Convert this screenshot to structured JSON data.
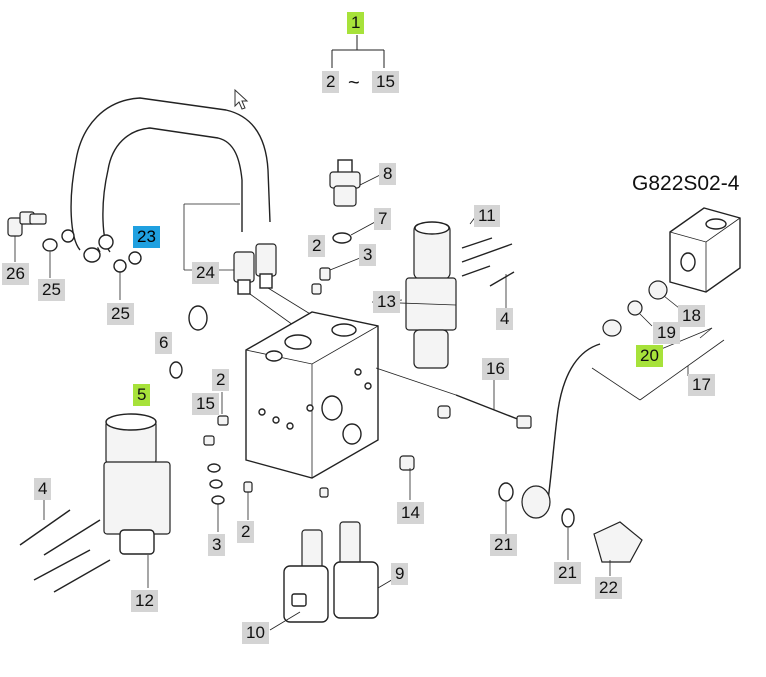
{
  "diagram": {
    "drawing_code": "G822S02-4",
    "range_tilde": "~",
    "callouts": {
      "c1": "1",
      "c2a": "2",
      "c15a": "15",
      "c8": "8",
      "c7": "7",
      "c2b": "2",
      "c3a": "3",
      "c11": "11",
      "c23": "23",
      "c24": "24",
      "c26": "26",
      "c25a": "25",
      "c25b": "25",
      "c13": "13",
      "c6": "6",
      "c5": "5",
      "c2c": "2",
      "c15b": "15",
      "c16": "16",
      "c4a": "4",
      "c18": "18",
      "c19": "19",
      "c20": "20",
      "c17": "17",
      "c4b": "4",
      "c3b": "3",
      "c2d": "2",
      "c14": "14",
      "c21a": "21",
      "c21b": "21",
      "c22": "22",
      "c12": "12",
      "c9": "9",
      "c10": "10"
    },
    "highlight_colors": {
      "green": "#a7e23a",
      "blue": "#1fa0e0",
      "label_bg": "#d4d4d4"
    }
  }
}
